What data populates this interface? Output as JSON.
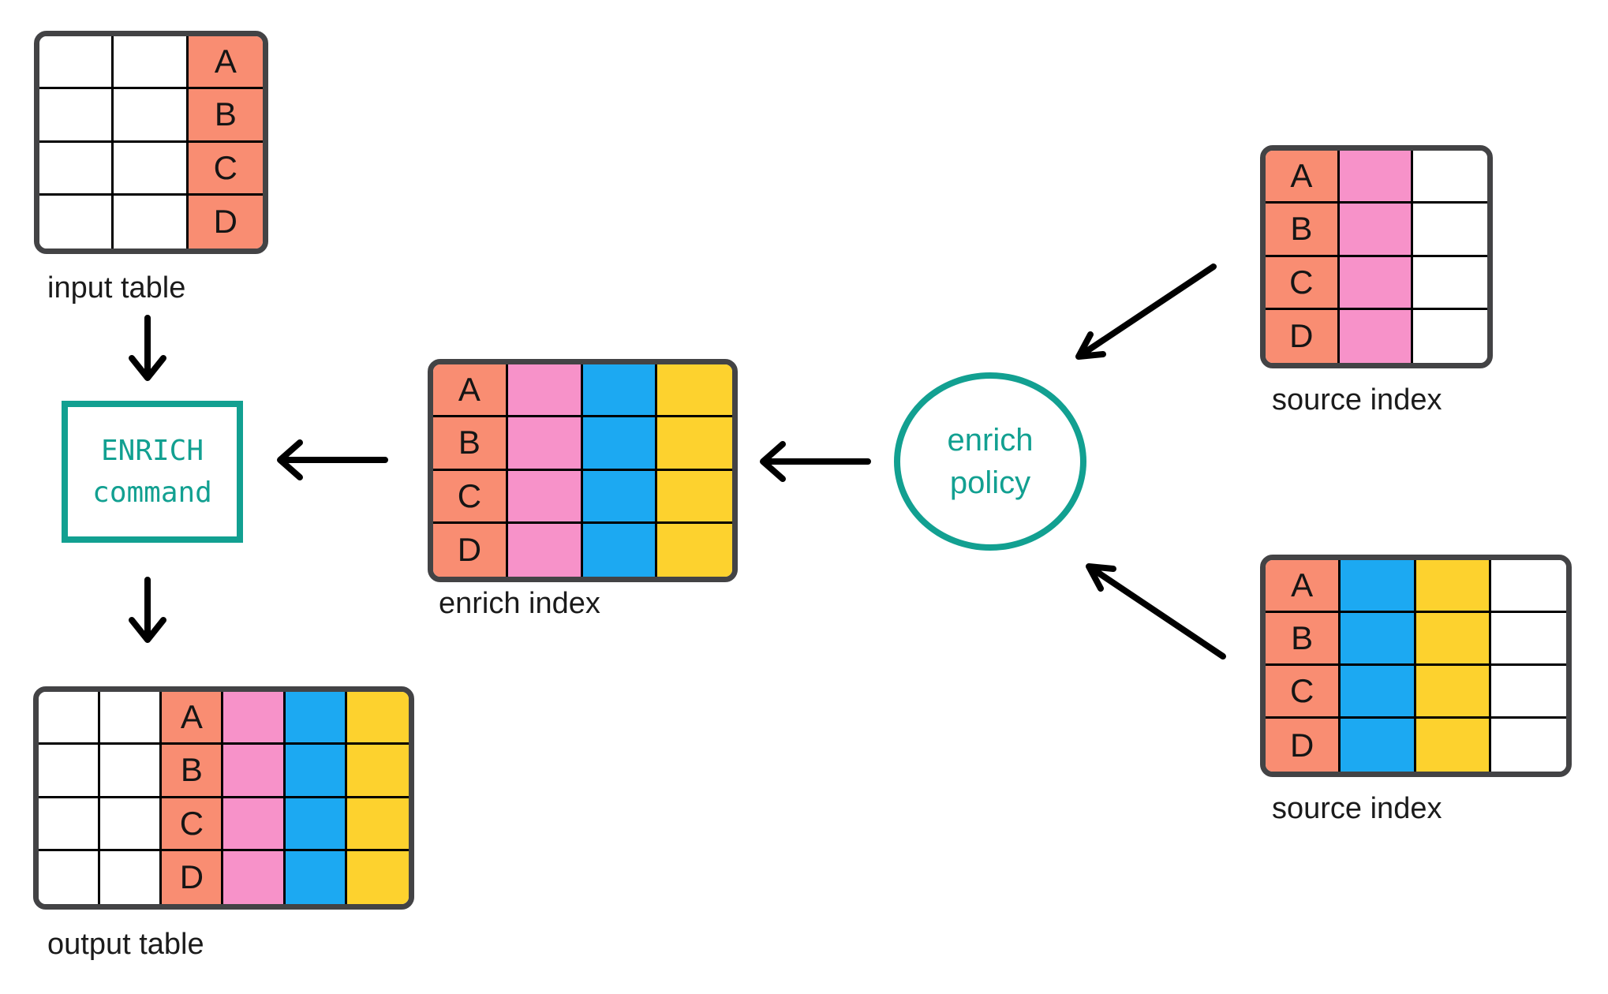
{
  "diagram": {
    "background": "#ffffff",
    "palette": {
      "salmon": "#F98D72",
      "pink": "#F792C9",
      "blue": "#1CA9F2",
      "yellow": "#FDD22E",
      "teal": "#12A091",
      "table_border": "#434345",
      "grid_line": "#000000",
      "arrow": "#000000",
      "label_text": "#1b1b1b"
    },
    "row_letters": [
      "A",
      "B",
      "C",
      "D"
    ],
    "tables": {
      "input": {
        "label": "input table",
        "column_colors": [
          "white",
          "white",
          "salmon"
        ],
        "letter_column": 2
      },
      "output": {
        "label": "output table",
        "column_colors": [
          "white",
          "white",
          "salmon",
          "pink",
          "blue",
          "yellow"
        ],
        "letter_column": 2
      },
      "enrich_index": {
        "label": "enrich index",
        "column_colors": [
          "salmon",
          "pink",
          "blue",
          "yellow"
        ],
        "letter_column": 0
      },
      "source_top": {
        "label": "source index",
        "column_colors": [
          "salmon",
          "pink",
          "white"
        ],
        "letter_column": 0
      },
      "source_bottom": {
        "label": "source index",
        "column_colors": [
          "salmon",
          "blue",
          "yellow",
          "white"
        ],
        "letter_column": 0
      }
    },
    "enrich_command": {
      "line1": "ENRICH",
      "line2": "command"
    },
    "enrich_policy": {
      "line1": "enrich",
      "line2": "policy"
    }
  }
}
